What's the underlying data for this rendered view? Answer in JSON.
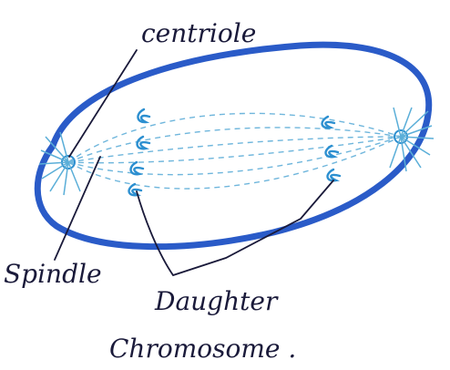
{
  "labels": {
    "centriole": "centriole",
    "spindle": "Spindle",
    "daughter_line1": "Daughter",
    "daughter_line2": "Chromosome ."
  },
  "colors": {
    "cell_outline": "#2a5bc8",
    "spindle": "#5aaed8",
    "chromosome": "#2c8fd0",
    "ink": "#1a1a3a"
  }
}
